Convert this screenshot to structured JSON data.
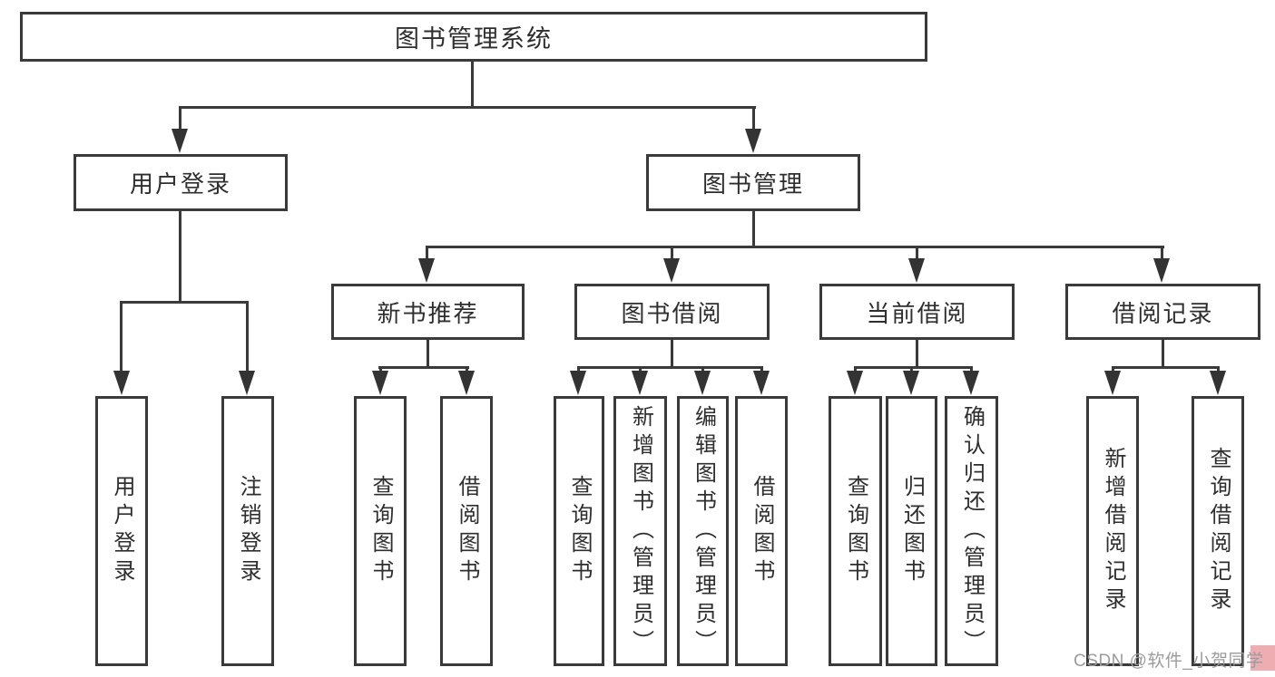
{
  "tree": {
    "root": "图书管理系统",
    "children": [
      {
        "label": "用户登录",
        "children": [
          "用户登录",
          "注销登录"
        ]
      },
      {
        "label": "图书管理",
        "children": [
          {
            "label": "新书推荐",
            "children": [
              "查询图书",
              "借阅图书"
            ]
          },
          {
            "label": "图书借阅",
            "children": [
              "查询图书",
              "新增图书（管理员）",
              "编辑图书（管理员）",
              "借阅图书"
            ]
          },
          {
            "label": "当前借阅",
            "children": [
              "查询图书",
              "归还图书",
              "确认归还（管理员）"
            ]
          },
          {
            "label": "借阅记录",
            "children": [
              "新增借阅记录",
              "查询借阅记录"
            ]
          }
        ]
      }
    ]
  },
  "watermark": {
    "text": "CSDN @软件_小贺同学"
  },
  "colors": {
    "line": "#3a3a3a",
    "text": "#2e2e2e",
    "background": "#ffffff",
    "watermark_text": "#9c9c9c",
    "watermark_accent": "#edadb1"
  }
}
